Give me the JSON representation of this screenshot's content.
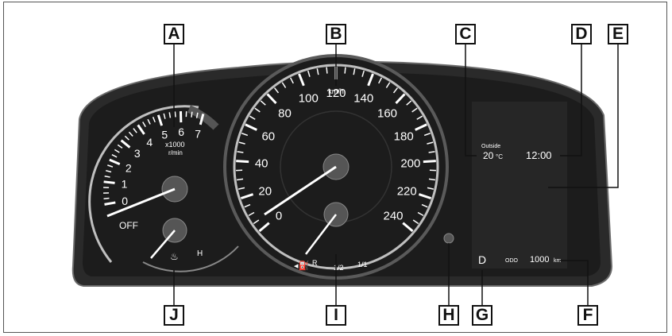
{
  "callouts": [
    "A",
    "B",
    "C",
    "D",
    "E",
    "F",
    "G",
    "H",
    "I",
    "J"
  ],
  "tachometer": {
    "scale": [
      "0",
      "1",
      "2",
      "3",
      "4",
      "5",
      "6",
      "7"
    ],
    "unit_multiplier": "x1000",
    "unit": "r/min",
    "off_label": "OFF"
  },
  "speedometer": {
    "scale": [
      "0",
      "20",
      "40",
      "60",
      "80",
      "100",
      "120",
      "140",
      "160",
      "180",
      "200",
      "220",
      "240"
    ],
    "unit": "km/h"
  },
  "fuel_gauge": {
    "labels": [
      "R",
      "1/2",
      "1/1"
    ]
  },
  "temp_gauge": {
    "labels": [
      "H"
    ]
  },
  "display": {
    "outside_label": "Outside",
    "outside_temp": "20",
    "temp_unit": "°C",
    "clock": "12:00",
    "shift_position": "D",
    "odo_prefix": "ODO",
    "odometer": "1000",
    "odo_unit": "km"
  },
  "colors": {
    "panel": "#1c1c1c",
    "rim": "#3a3a3a",
    "needle": "#ffffff",
    "redzone": "#555555"
  }
}
